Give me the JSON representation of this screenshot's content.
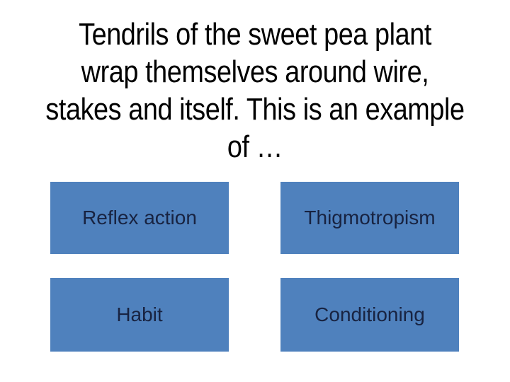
{
  "title": {
    "lines": [
      "Tendrils of the sweet pea plant",
      "wrap themselves around wire,",
      "stakes and itself. This is an example",
      "of …"
    ]
  },
  "options": [
    {
      "label": "Reflex action"
    },
    {
      "label": "Thigmotropism"
    },
    {
      "label": "Habit"
    },
    {
      "label": "Conditioning"
    }
  ],
  "colors": {
    "background": "#ffffff",
    "option_fill": "#4f81bd",
    "option_text": "#182341",
    "title_text": "#000000"
  }
}
